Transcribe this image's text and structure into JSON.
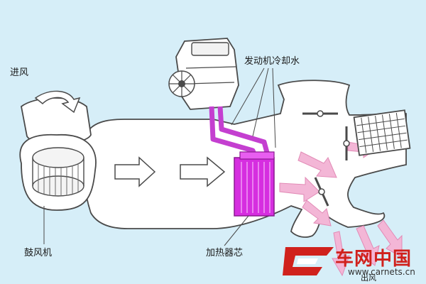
{
  "labels": {
    "air_intake": "进风",
    "blower": "鼓风机",
    "engine_coolant": "发动机冷却水",
    "heater_core": "加热器芯",
    "air_outlet": "出风"
  },
  "watermark": {
    "name": "车网中国",
    "url": "www.carnets.cn"
  },
  "colors": {
    "background": "#d6eef8",
    "duct": "#ffffff",
    "outline": "#4a4a4a",
    "coolant_pipe": "#c43fd0",
    "heater_core": "#d62ee0",
    "airflow_arrow": "#f3b6d6",
    "brand_red": "#d0211c"
  }
}
